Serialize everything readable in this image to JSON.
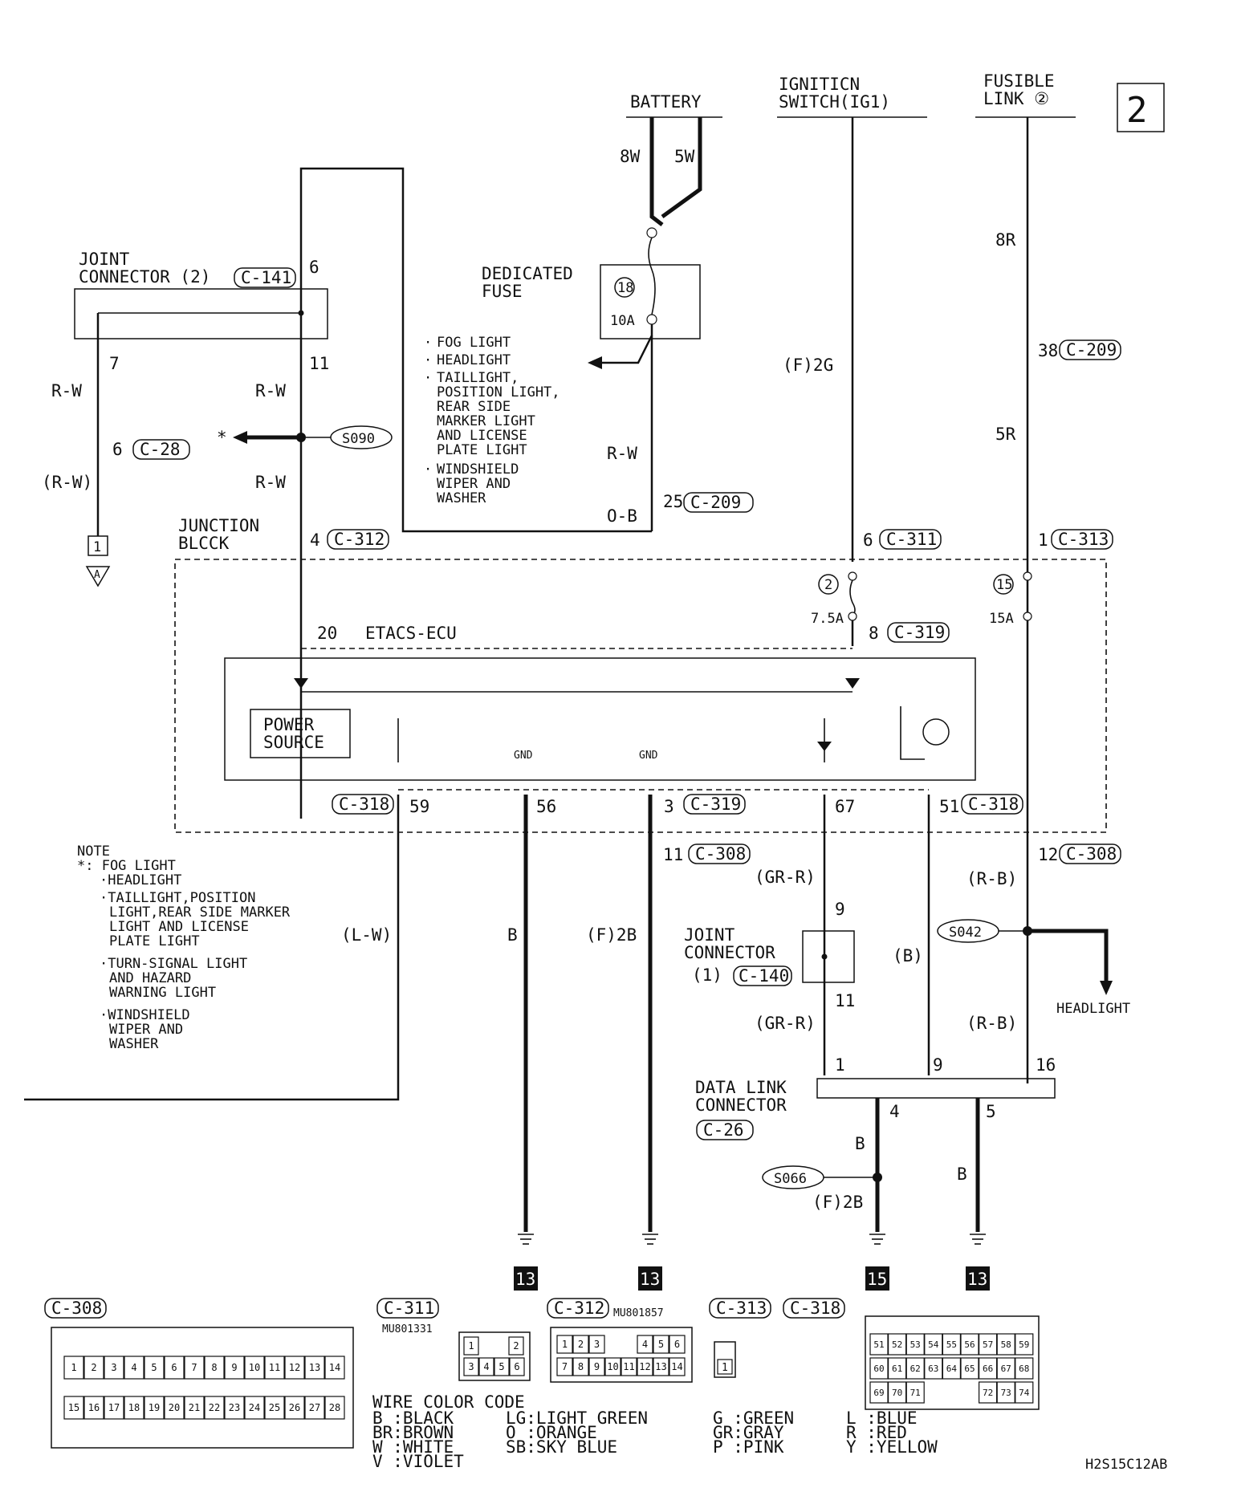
{
  "page_label": "2",
  "sources": {
    "battery": "BATTERY",
    "ignition_switch": "IGNITICN\nSWITCH(IG1)",
    "fusible_link": "FUSIBLE\nLINK ②"
  },
  "wires": {
    "battery_8w": "8W",
    "battery_5w": "5W",
    "fl_8r": "8R",
    "fl_5r": "5R",
    "ig_f2g": "(F)2G",
    "rw_1": "R-W",
    "rw_2": "R-W",
    "rw_3": "R-W",
    "rw_fuse": "R-W",
    "rw_paren": "(R-W)",
    "ob": "O-B",
    "lw": "(L-W)",
    "b_56": "B",
    "f2b_3": "(F)2B",
    "grr_1": "(GR-R)",
    "grr_2": "(GR-R)",
    "b_51": "(B)",
    "rb_1": "(R-B)",
    "rb_2": "(R-B)",
    "b_4": "B",
    "f2b_4": "(F)2B",
    "b_5": "B"
  },
  "components": {
    "joint_connector_2": "JOINT\nCONNECTOR (2)",
    "dedicated_fuse": "DEDICATED\nFUSE",
    "junction_block": "JUNCTION\nBLCCK",
    "etacs": "ETACS-ECU",
    "power_source": "POWER\nSOURCE",
    "joint_connector_1": "JOINT\nCONNECTOR\n(1)",
    "data_link_connector": "DATA LINK\nCONNECTOR",
    "headlight": "HEADLIGHT",
    "gnd": "GND"
  },
  "fuses": {
    "dedicated": {
      "number": "18",
      "rating": "10A"
    },
    "jb_2": {
      "number": "2",
      "rating": "7.5A"
    },
    "jb_15": {
      "number": "15",
      "rating": "15A"
    }
  },
  "fuse_loads": [
    "FOG LIGHT",
    "HEADLIGHT",
    "TAILLIGHT,\nPOSITION LIGHT,\nREAR SIDE\nMARKER LIGHT\nAND LICENSE\nPLATE LIGHT",
    "WINDSHIELD\nWIPER AND\nWASHER"
  ],
  "connectors": {
    "c141": "C-141",
    "c28": "C-28",
    "c209a": "C-209",
    "c209b": "C-209",
    "c312": "C-312",
    "c311": "C-311",
    "c313": "C-313",
    "c319a": "C-319",
    "c318a": "C-318",
    "c319b": "C-319",
    "c318b": "C-318",
    "c308a": "C-308",
    "c308b": "C-308",
    "c140": "C-140",
    "c26": "C-26"
  },
  "pins": {
    "p6": "6",
    "p7": "7",
    "p11": "11",
    "p6b": "6",
    "p38": "38",
    "p25": "25",
    "p4": "4",
    "p6c": "6",
    "p1": "1",
    "p20": "20",
    "p8": "8",
    "p59": "59",
    "p56": "56",
    "p3": "3",
    "p67": "67",
    "p51": "51",
    "p11b": "11",
    "p12": "12",
    "p9": "9",
    "p11c": "11",
    "d1": "1",
    "d9": "9",
    "d16": "16",
    "d4": "4",
    "d5": "5"
  },
  "splices": {
    "s090": "S090",
    "s042": "S042",
    "s066": "S066"
  },
  "star": "*",
  "terminal_1": "1",
  "terminal_a": "A",
  "ground_ids": [
    "13",
    "13",
    "15",
    "13"
  ],
  "note": {
    "title": "NOTE",
    "items": [
      "*: FOG LIGHT",
      "HEADLIGHT",
      "TAILLIGHT,POSITION\nLIGHT,REAR SIDE MARKER\nLIGHT AND LICENSE\nPLATE LIGHT",
      "TURN-SIGNAL LIGHT\nAND HAZARD\nWARNING LIGHT",
      "WINDSHIELD\nWIPER AND\nWASHER"
    ]
  },
  "connector_views": {
    "c308": {
      "label": "C-308",
      "row1": [
        "1",
        "2",
        "3",
        "4",
        "5",
        "6",
        "7",
        "8",
        "9",
        "10",
        "11",
        "12",
        "13",
        "14"
      ],
      "row2": [
        "15",
        "16",
        "17",
        "18",
        "19",
        "20",
        "21",
        "22",
        "23",
        "24",
        "25",
        "26",
        "27",
        "28"
      ]
    },
    "c311": {
      "label": "C-311",
      "part": "MU801331",
      "pins": [
        "1",
        "2",
        "3",
        "4",
        "5",
        "6"
      ]
    },
    "c312": {
      "label": "C-312",
      "part": "MU801857",
      "row1": [
        "1",
        "2",
        "3",
        "4",
        "5",
        "6"
      ],
      "row2": [
        "7",
        "8",
        "9",
        "10",
        "11",
        "12",
        "13",
        "14"
      ]
    },
    "c313": {
      "label": "C-313",
      "pins": [
        "1"
      ]
    },
    "c318": {
      "label": "C-318",
      "row1": [
        "51",
        "52",
        "53",
        "54",
        "55",
        "56",
        "57",
        "58",
        "59"
      ],
      "row2": [
        "60",
        "61",
        "62",
        "63",
        "64",
        "65",
        "66",
        "67",
        "68"
      ],
      "row3": [
        "69",
        "70",
        "71",
        "72",
        "73",
        "74"
      ]
    }
  },
  "wire_color_code": {
    "title": "WIRE COLOR CODE",
    "entries": [
      "B :BLACK",
      "BR:BROWN",
      "W :WHITE",
      "V :VIOLET",
      "LG:LIGHT GREEN",
      "O :ORANGE",
      "SB:SKY BLUE",
      "G :GREEN",
      "GR:GRAY",
      "P :PINK",
      "L :BLUE",
      "R :RED",
      "Y :YELLOW"
    ]
  },
  "figure_id": "H2S15C12AB"
}
